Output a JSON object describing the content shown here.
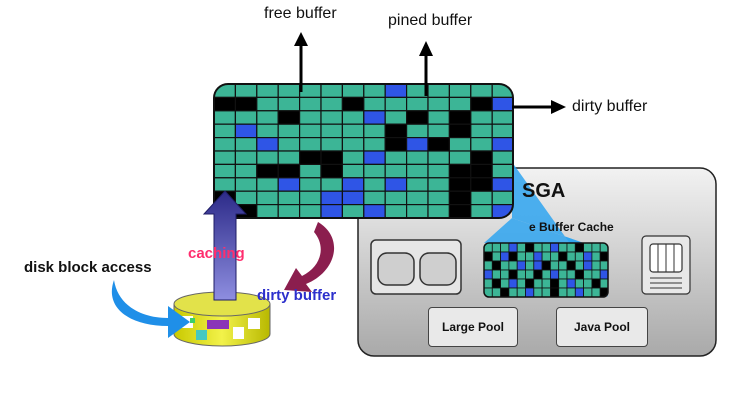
{
  "labels": {
    "free_buffer": "free buffer",
    "pined_buffer": "pined buffer",
    "dirty_buffer_right": "dirty buffer",
    "sga": "SGA",
    "buffer_cache": "e Buffer Cache",
    "disk_block_access": "disk block access",
    "caching": "caching",
    "dirty_buffer_bottom": "dirty buffer",
    "large_pool": "Large Pool",
    "java_pool": "Java Pool"
  },
  "colors": {
    "cell_free": "#3cb596",
    "cell_dirty": "#2f55e6",
    "cell_pinned": "#000000",
    "caching_text": "#ff2d6e",
    "dirty_text": "#2c2fcc",
    "up_arrow": "#3b3a9c",
    "down_arrow": "#8b1e4e",
    "disk": "#e6e61f",
    "sga_panel": "#c8c8c8",
    "cross_arrow": "#1f8fe8"
  },
  "icons": {
    "disk": "disk-cylinder-icon",
    "memory_chip": "memory-chip-icon"
  }
}
